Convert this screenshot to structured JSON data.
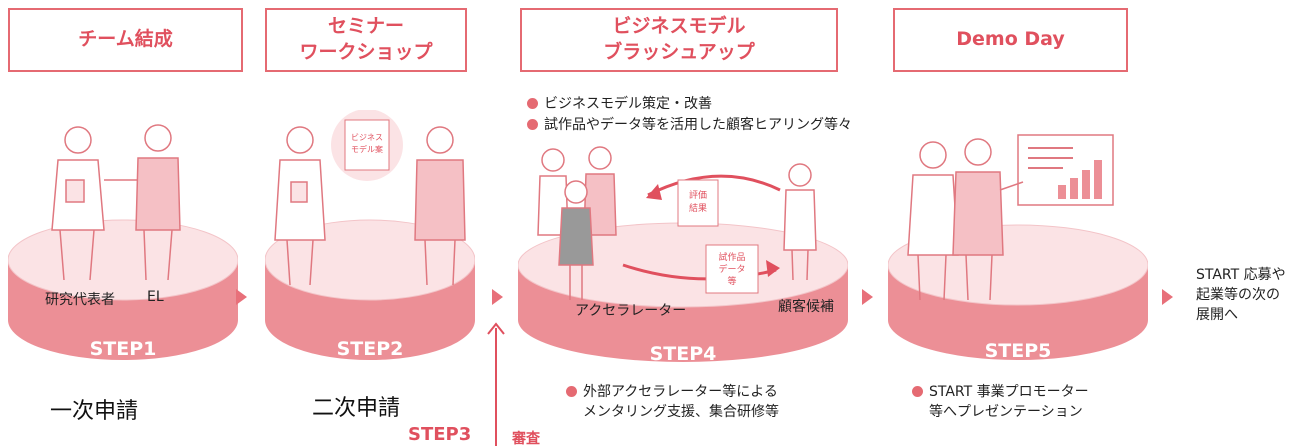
{
  "steps": [
    {
      "title_lines": [
        "チーム結成"
      ],
      "step_label": "STEP1",
      "people_labels": [
        "研究代表者",
        "EL"
      ]
    },
    {
      "title_lines": [
        "セミナー",
        "ワークショップ"
      ],
      "step_label": "STEP2",
      "doc_label_lines": [
        "ビジネス",
        "モデル案"
      ]
    },
    {
      "title_lines": [
        "ビジネスモデル",
        "ブラッシュアップ"
      ],
      "step_label": "STEP4",
      "eval_lines": [
        "評価",
        "結果"
      ],
      "proto_lines": [
        "試作品",
        "データ",
        "等"
      ],
      "accelerator_label": "アクセラレーター",
      "customer_label": "顧客候補"
    },
    {
      "title_lines": [
        "Demo Day"
      ],
      "step_label": "STEP5"
    }
  ],
  "step4_top_bullets": [
    "ビジネスモデル策定・改善",
    "試作品やデータ等を活用した顧客ヒアリング等々"
  ],
  "step4_bottom_bullet_lines": [
    "外部アクセラレーター等による",
    "メンタリング支援、集合研修等"
  ],
  "step5_bottom_bullet_lines": [
    "START 事業プロモーター",
    "等へプレゼンテーション"
  ],
  "first_application": "一次申請",
  "second_application": "二次申請",
  "step3": {
    "label": "STEP3",
    "note": "審査"
  },
  "final_text_lines": [
    "START 応募や",
    "起業等の次の",
    "展開へ"
  ],
  "colors": {
    "accent": "#e56a72",
    "disc_top": "#fbe3e5",
    "disc_side": "#ec8f96"
  }
}
